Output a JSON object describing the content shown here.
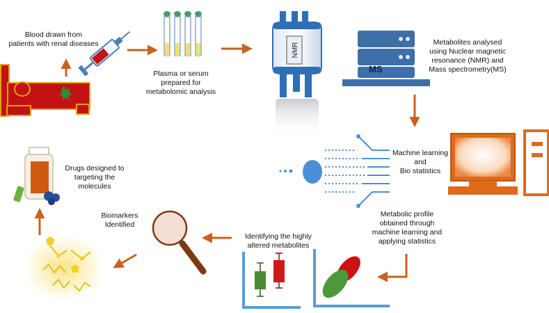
{
  "labels": {
    "blood": [
      "Blood drawn from",
      "patients with renal diseases"
    ],
    "plasma": [
      "Plasma or serum",
      "prepared for",
      "metabolomic analysis"
    ],
    "metabolites": [
      "Metabolites analysed",
      "using Nuclear magnetic",
      "resonance (NMR) and",
      "Mass spectrometry(MS)"
    ],
    "ml": [
      "Machine learning",
      "and",
      "Bio statistics"
    ],
    "profile": [
      "Metabolic profile",
      "obtained through",
      "machine learning and",
      "applying statistics"
    ],
    "altered": [
      "Identifying the highly",
      "altered metabolites"
    ],
    "biomarkers": [
      "Biomarkers",
      "Identified"
    ],
    "drugs": [
      "Drugs designed to",
      "targeting the",
      "molecules"
    ]
  },
  "icon_text": {
    "nmr": "NMR",
    "ms": "MS"
  },
  "colors": {
    "arrow": "#c9611f",
    "bed": "#c21212",
    "bed_frame": "#e0a21a",
    "tube_cap": "#4d9a6a",
    "tube_fill": "#f3de78",
    "nmr_blue": "#2f6fb5",
    "server_blue": "#3f6fa8",
    "computer_orange": "#e06a18",
    "network_blue": "#4a8fd6",
    "axis_blue": "#5b9bd5",
    "boxplot_green": "#4a8a33",
    "boxplot_red": "#d11a1a",
    "ellipse_green": "#4a9a3a",
    "ellipse_red": "#cc1111",
    "glow_yellow": "#f2cf2e",
    "lens_pink": "#f4ddd2",
    "handle_brown": "#7a3a12",
    "bottle_orange": "#d05a10",
    "pill_blue": "#2a4f9a",
    "pill_green": "#6ab43a"
  }
}
